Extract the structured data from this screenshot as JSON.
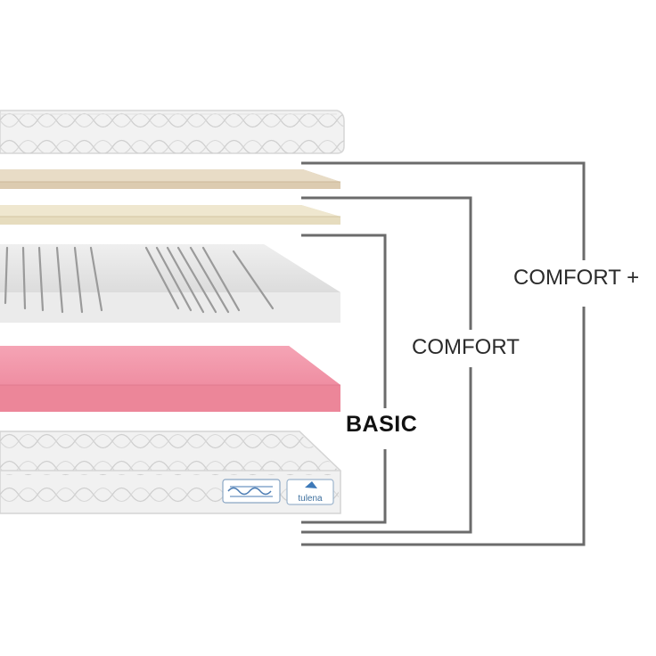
{
  "layers": [
    {
      "name": "top-quilted-cover",
      "color": "#f2f2f2"
    },
    {
      "name": "upper-latex-layer",
      "color": "#dccbb0"
    },
    {
      "name": "lower-latex-layer",
      "color": "#e6dcbe"
    },
    {
      "name": "profiled-foam-core",
      "color": "#e9e9e9"
    },
    {
      "name": "pink-base-foam",
      "color": "#ef8fa3"
    },
    {
      "name": "bottom-quilted-cover",
      "color": "#f1f1f1"
    }
  ],
  "bracket_color": "#6b6b6b",
  "labels": {
    "basic": "BASIC",
    "comfort": "COMFORT",
    "comfort_plus": "COMFORT +"
  },
  "brand": {
    "logo_text": "tulena"
  }
}
